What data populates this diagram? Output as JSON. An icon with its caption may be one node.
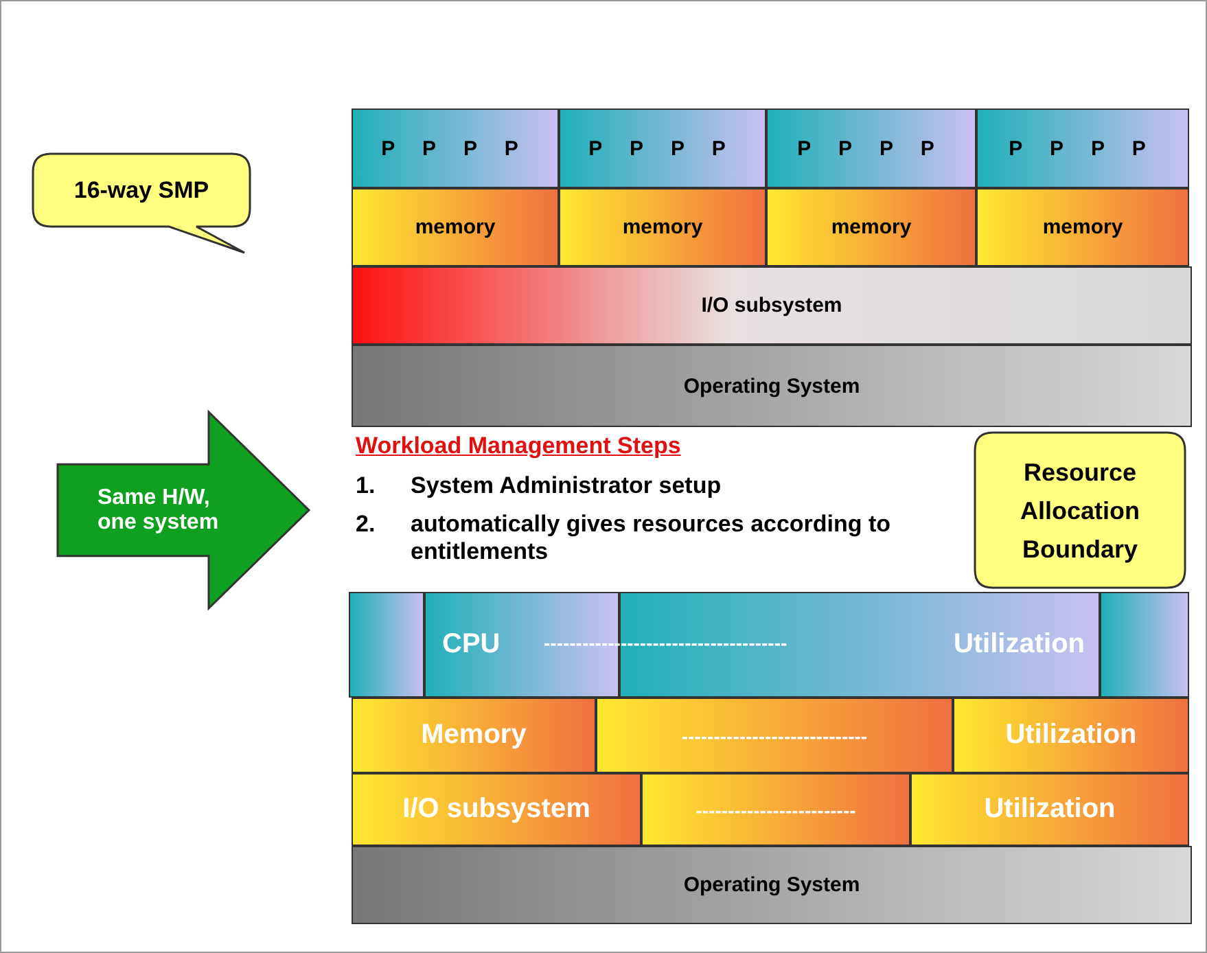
{
  "diagram": {
    "nodes": [
      {
        "text": [
          "16-way SMP"
        ]
      },
      {
        "text": [
          "P P P P"
        ]
      },
      {
        "text": [
          "P P P P"
        ]
      },
      {
        "text": [
          "P P P P"
        ]
      },
      {
        "text": [
          "P P P P"
        ]
      },
      {
        "text": [
          "memory"
        ]
      },
      {
        "text": [
          "memory"
        ]
      },
      {
        "text": [
          "memory"
        ]
      },
      {
        "text": [
          "memory"
        ]
      },
      {
        "text": [
          "I/O subsystem"
        ]
      },
      {
        "text": [
          "Operating System"
        ]
      },
      {
        "text": [
          "Same H/W, one system"
        ]
      },
      {
        "text": [
          "Resource Allocation Boundary"
        ]
      },
      {
        "text": [],
        "shape": "box"
      },
      {
        "text": [
          "CPU"
        ]
      },
      {
        "text": [
          "Utilization"
        ]
      },
      {
        "text": [],
        "shape": "box"
      },
      {
        "text": [
          "Memory"
        ]
      },
      {
        "text": [
          "-----------------------------"
        ]
      },
      {
        "text": [
          "Utilization"
        ]
      },
      {
        "text": [
          "I/O subsystem"
        ]
      },
      {
        "text": [
          "-------------------------"
        ]
      },
      {
        "text": [
          "Utilization"
        ]
      },
      {
        "text": [
          "Operating System"
        ]
      }
    ],
    "edges": [],
    "labels": [
      "Workload Management Steps",
      "1.",
      "System Administrator setup",
      "2.",
      "automatically gives resources according to entitlements",
      "--------------------------------------"
    ]
  }
}
